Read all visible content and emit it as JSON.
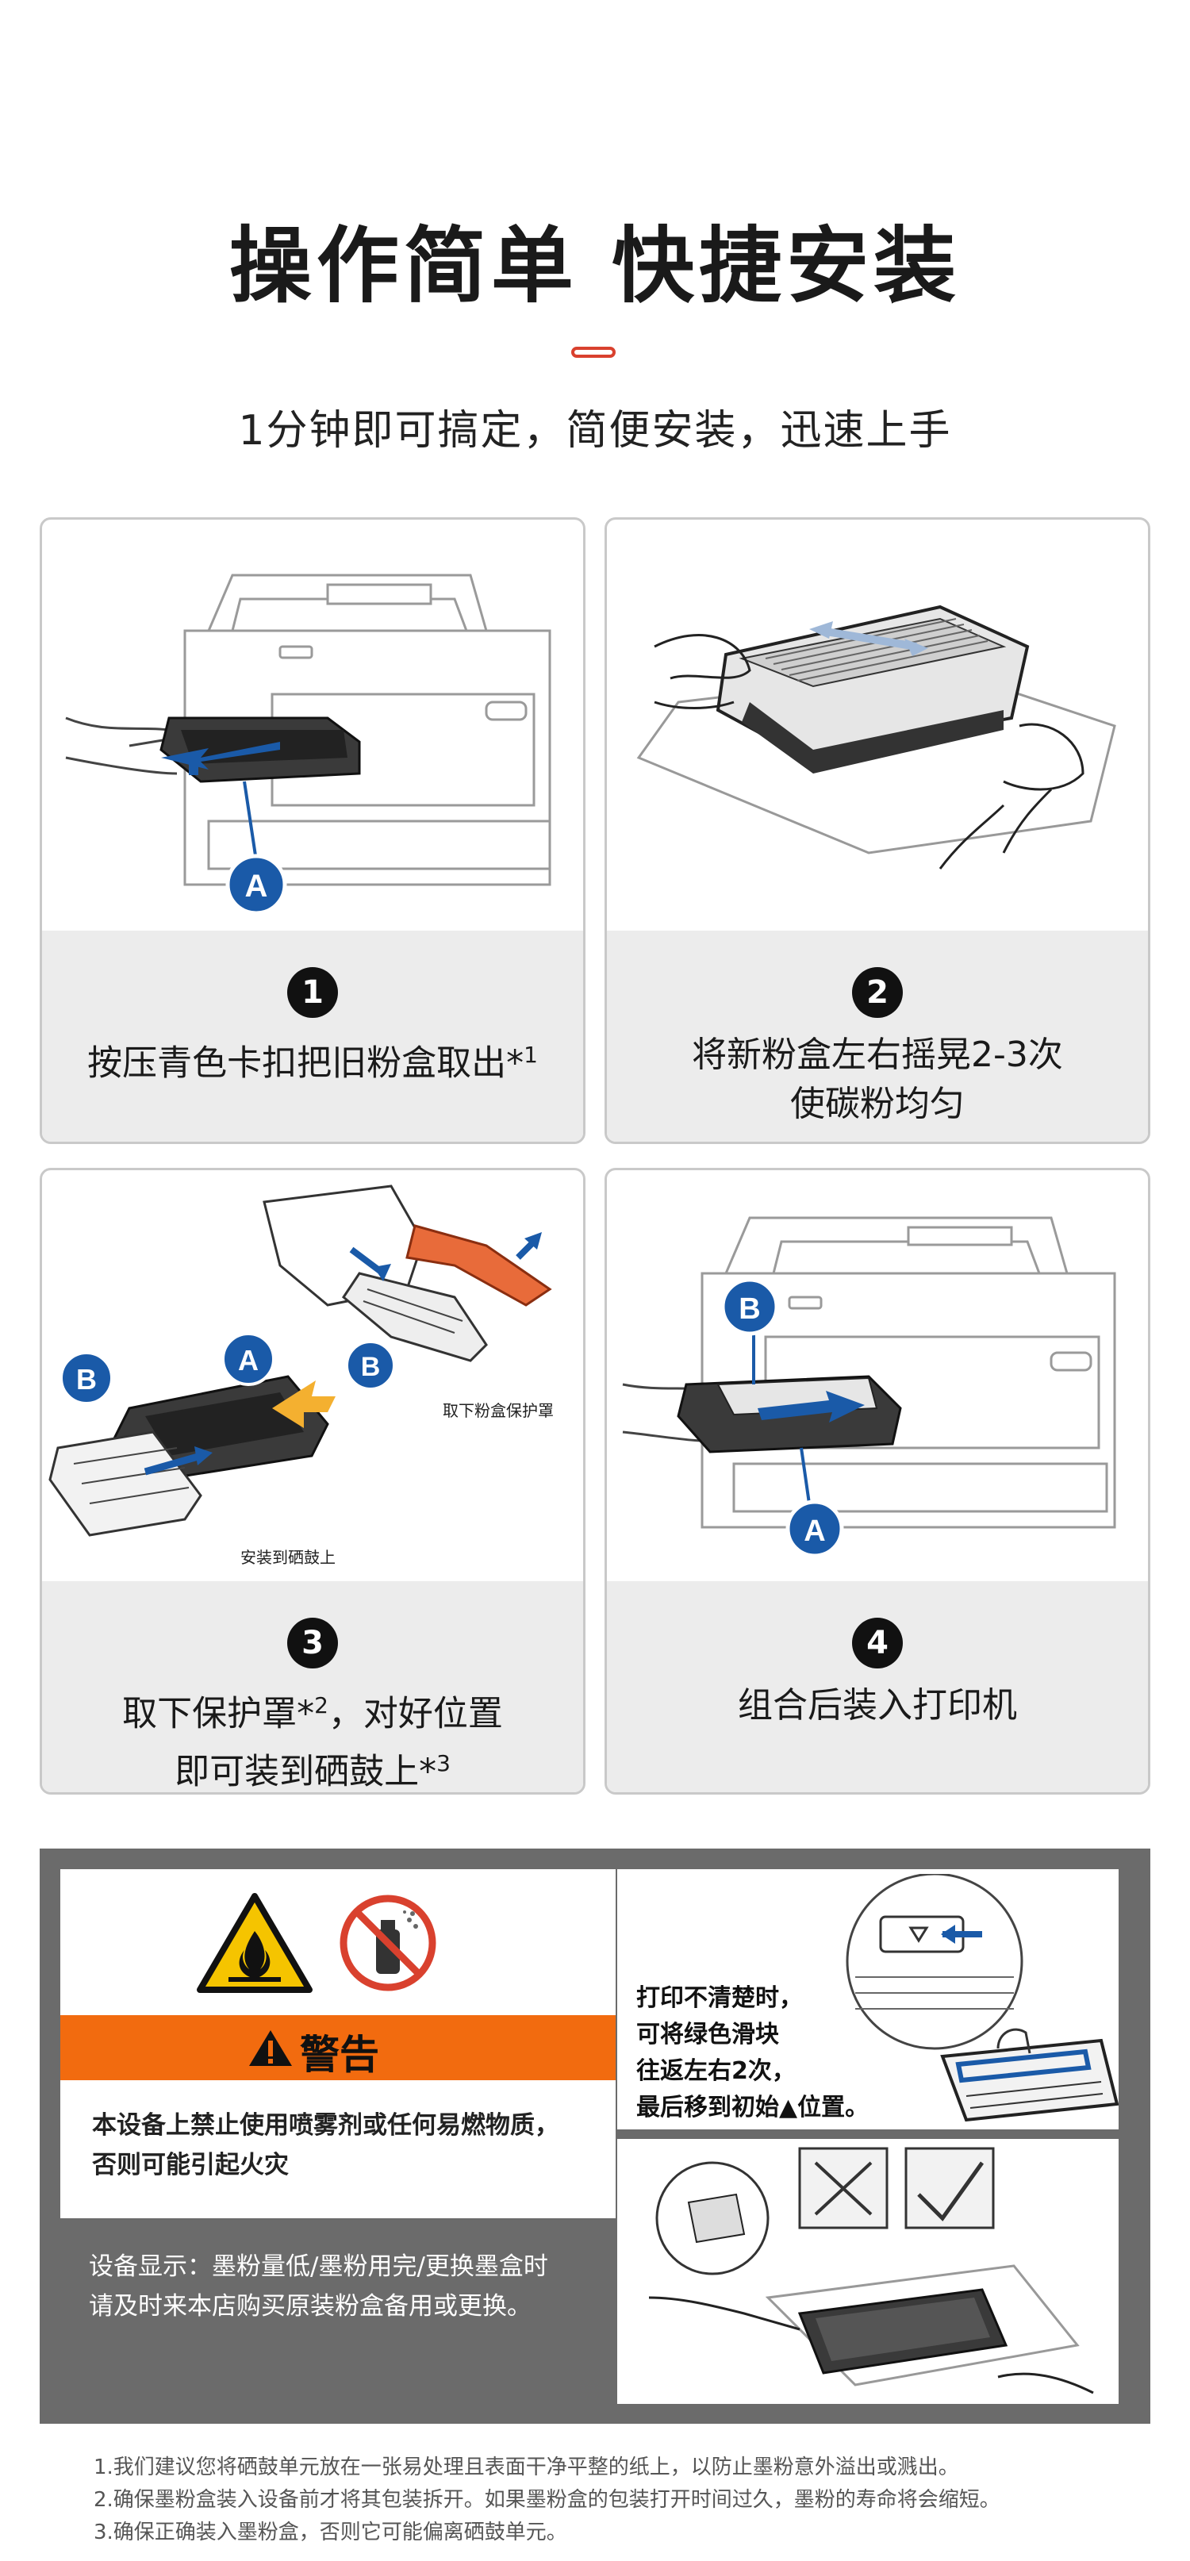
{
  "header": {
    "title": "操作简单 快捷安装",
    "subtitle": "1分钟即可搞定，简便安装，迅速上手"
  },
  "steps": [
    {
      "num": "1",
      "line1": "按压青色卡扣把旧粉盒取出*",
      "sup1": "1",
      "line2": ""
    },
    {
      "num": "2",
      "line1": "将新粉盒左右摇晃2-3次",
      "sup1": "",
      "line2": "使碳粉均匀"
    },
    {
      "num": "3",
      "line1": "取下保护罩*",
      "sup1": "2",
      "line1b": "，对好位置",
      "line2": "即可装到硒鼓上*",
      "sup2": "3"
    },
    {
      "num": "4",
      "line1": "组合后装入打印机",
      "sup1": "",
      "line2": ""
    }
  ],
  "labels": {
    "a": "A",
    "b": "B",
    "remove_cover": "取下粉盒保护罩",
    "install_drum": "安装到硒鼓上"
  },
  "warning": {
    "title": "警告",
    "text_line1": "本设备上禁止使用喷雾剂或任何易燃物质，",
    "text_line2": "否则可能引起火灾",
    "display_line1": "设备显示：墨粉量低/墨粉用完/更换墨盒时",
    "display_line2": "请及时来本店购买原装粉盒备用或更换。"
  },
  "tip": {
    "line1": "打印不清楚时，",
    "line2": "可将绿色滑块",
    "line3": "往返左右2次，",
    "line4": "最后移到初始▲位置。"
  },
  "footnotes": [
    "1.我们建议您将硒鼓单元放在一张易处理且表面干净平整的纸上，以防止墨粉意外溢出或溅出。",
    "2.确保墨粉盒装入设备前才将其包装拆开。如果墨粉盒的包装打开时间过久，墨粉的寿命将会缩短。",
    "3.确保正确装入墨粉盒，否则它可能偏离硒鼓单元。"
  ],
  "colors": {
    "accent_red": "#d9412e",
    "blue": "#1a5aa8",
    "warning_orange": "#f26b0f",
    "warning_yellow": "#f5c400",
    "panel_gray": "#6b6b6b"
  }
}
